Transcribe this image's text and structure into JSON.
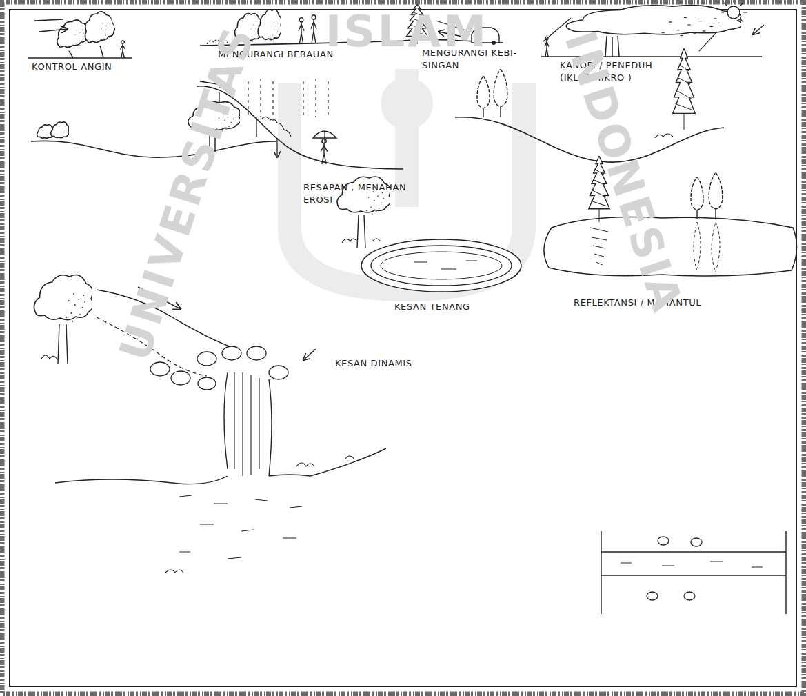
{
  "diagram": {
    "labels": [
      "KONTROL ANGIN",
      "MENGURANGI BEBAUAN",
      "MENGURANGI KEBI- SINGAN",
      "KANOPI / PENEDUH (IKLIM MIKRO )",
      "RESAPAN , MENAHAN EROSI",
      "KESAN TENANG",
      "REFLEKTANSI / MEMANTUL",
      "KESAN DINAMIS",
      "ISLAM",
      "UNIVERSITAS",
      "INDONESIA"
    ]
  }
}
